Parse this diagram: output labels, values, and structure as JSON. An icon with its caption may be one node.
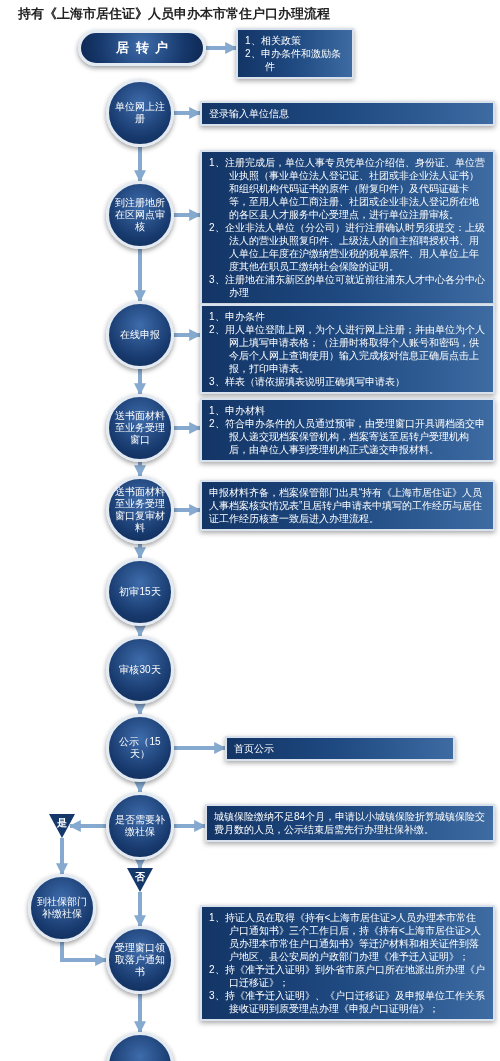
{
  "diagram": {
    "title": "持有《上海市居住证》人员申办本市常住户口办理流程",
    "nodes": [
      {
        "text": [
          "居转户"
        ]
      },
      {
        "text": [
          "1、相关政策",
          "2、申办条件和激励条件"
        ]
      },
      {
        "text": [
          "单位网上注册"
        ]
      },
      {
        "text": [
          "登录输入单位信息"
        ]
      },
      {
        "text": [
          "到注册地所在区网点审核"
        ]
      },
      {
        "text": [
          "1、注册完成后，单位人事专员凭单位介绍信、身份证、单位营业执照（事业单位法人登记证、社团或非企业法人证书）和组织机构代码证书的原件（附复印件）及代码证磁卡等，至用人单位工商注册、社团或企业非法人登记所在地的各区县人才服务中心受理点，进行单位注册审核。",
          "2、企业非法人单位（分公司）进行注册确认时另须提交：上级法人的营业执照复印件、上级法人的自主招聘授权书、用人单位上年度在沪缴纳营业税的税单原件、用人单位上年度其他在职员工缴纳社会保险的证明。",
          "3、注册地在浦东新区的单位可就近前往浦东人才中心各分中心办理"
        ]
      },
      {
        "text": [
          "在线申报"
        ]
      },
      {
        "text": [
          "1、申办条件",
          "2、用人单位登陆上网，为个人进行网上注册；并由单位为个人网上填写申请表格；（注册时将取得个人账号和密码，供今后个人网上查询使用）输入完成核对信息正确后点击上报，打印申请表。",
          "3、样表（请依据填表说明正确填写申请表）"
        ]
      },
      {
        "text": [
          "送书面材料至业务受理窗口"
        ]
      },
      {
        "text": [
          "1、申办材料",
          "2、符合申办条件的人员通过预审，由受理窗口开具调档函交申报人递交现档案保管机构，档案寄送至居转户受理机构后，由单位人事到受理机构正式递交申报材料。"
        ]
      },
      {
        "text": [
          "送书面材料至业务受理窗口复审材料"
        ]
      },
      {
        "text": [
          "申报材料齐备，档案保管部门出具“持有《上海市居住证》人员人事档案核实情况表”且居转户申请表中填写的工作经历与居住证工作经历核查一致后进入办理流程。"
        ]
      },
      {
        "text": [
          "初审15天"
        ]
      },
      {
        "text": [
          "审核30天"
        ]
      },
      {
        "text": [
          "公示（15天）"
        ]
      },
      {
        "text": [
          "首页公示"
        ]
      },
      {
        "text": [
          "是否需要补缴社保"
        ]
      },
      {
        "text": [
          "是"
        ]
      },
      {
        "text": [
          "城镇保险缴纳不足84个月，申请以小城镇保险折算城镇保险交费月数的人员，公示结束后需先行办理社保补缴。"
        ]
      },
      {
        "text": [
          "到社保部门补缴社保"
        ]
      },
      {
        "text": [
          "否"
        ]
      },
      {
        "text": [
          "受理窗口领取落户通知书"
        ]
      },
      {
        "text": [
          "1、持证人员在取得《持有<上海市居住证>人员办理本市常住户口通知书》三个工作日后，持《持有<上海市居住证>人员办理本市常住户口通知书》等迁沪材料和相关证件到落户地区、县公安局的户政部门办理《准予迁入证明》；",
          "2、持《准予迁入证明》到外省市原户口所在地派出所办理《户口迁移证》；",
          "3、持《准予迁入证明》、《户口迁移证》及申报单位工作关系接收证明到原受理点办理《申报户口证明信》；"
        ]
      },
      {
        "text": [],
        "shape": "circle"
      }
    ],
    "edges": [
      {
        "from": 0,
        "to": 1,
        "arrow": "to"
      },
      {
        "from": 2,
        "to": 3,
        "arrow": "to"
      },
      {
        "from": 2,
        "to": 4,
        "arrow": "to"
      },
      {
        "from": 4,
        "to": 5,
        "arrow": "to"
      },
      {
        "from": 4,
        "to": 6,
        "arrow": "to"
      },
      {
        "from": 6,
        "to": 7,
        "arrow": "to"
      },
      {
        "from": 6,
        "to": 8,
        "arrow": "to"
      },
      {
        "from": 8,
        "to": 9,
        "arrow": "to"
      },
      {
        "from": 8,
        "to": 10,
        "arrow": "to"
      },
      {
        "from": 10,
        "to": 11,
        "arrow": "to"
      },
      {
        "from": 10,
        "to": 12,
        "arrow": "to"
      },
      {
        "from": 12,
        "to": 13,
        "arrow": "to"
      },
      {
        "from": 13,
        "to": 14,
        "arrow": "to"
      },
      {
        "from": 14,
        "to": 15,
        "arrow": "to"
      },
      {
        "from": 14,
        "to": 16,
        "arrow": "to"
      },
      {
        "from": 16,
        "to": 18,
        "arrow": "to"
      },
      {
        "from": 16,
        "to": 17,
        "arrow": "to"
      },
      {
        "from": 17,
        "to": 19,
        "arrow": "to"
      },
      {
        "from": 16,
        "to": 20,
        "arrow": "to"
      },
      {
        "from": 20,
        "to": 21,
        "arrow": "to"
      },
      {
        "from": 19,
        "to": 21,
        "arrow": "to"
      },
      {
        "from": 21,
        "to": 23,
        "arrow": "to"
      }
    ]
  }
}
